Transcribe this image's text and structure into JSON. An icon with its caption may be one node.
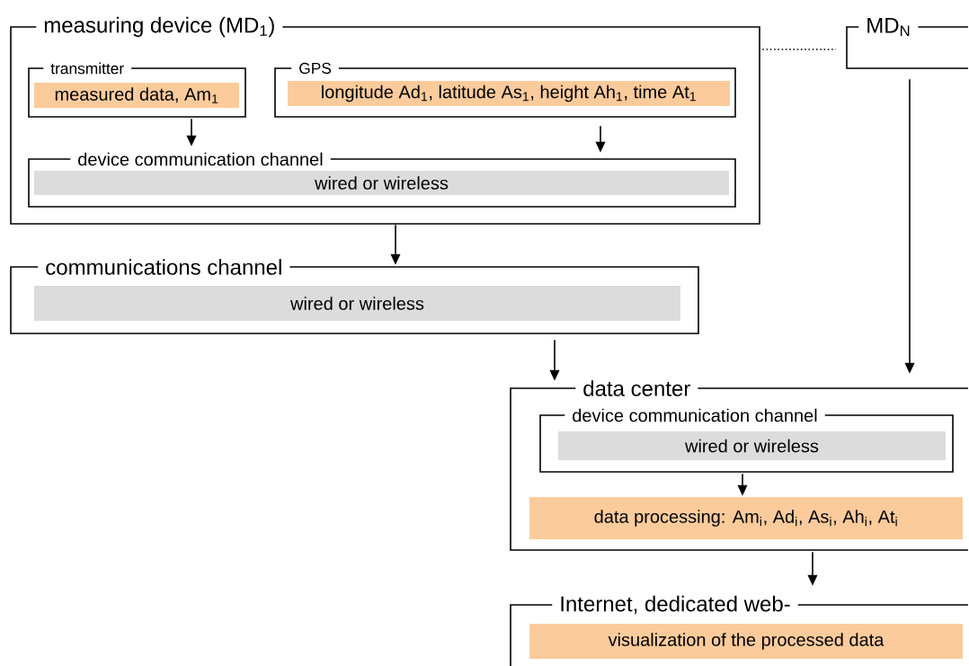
{
  "diagram": {
    "nodes": [
      {
        "text": [
          "measuring device (MD$_{1}$)"
        ]
      },
      {
        "text": [
          "transmitter",
          "measured data, Am$_{1}$"
        ],
        "in": 0
      },
      {
        "text": [
          "GPS",
          "longitude Ad$_{1}$, latitude As$_{1}$, height Ah$_{1}$, time At$_{1}$"
        ],
        "in": 0
      },
      {
        "text": [
          "device communication channel",
          "wired or wireless"
        ],
        "in": 0
      },
      {
        "text": [
          "MD$_{N}$"
        ]
      },
      {
        "text": [
          "communications channel",
          "wired or wireless"
        ]
      },
      {
        "text": [
          "data center"
        ]
      },
      {
        "text": [
          "device communication channel",
          "wired or wireless"
        ],
        "in": 6
      },
      {
        "text": [
          "data processing: Am$_{i}$,  Ad$_{i}$, As$_{i}$, Ah$_{i}$, At$_{i}$"
        ],
        "in": 6
      },
      {
        "text": [
          "Internet, dedicated web-",
          "visualization of the processed data"
        ]
      }
    ],
    "edges": [
      {
        "from": 0,
        "to": 4,
        "arrow": "none",
        "style": "dashed"
      },
      {
        "from": 1,
        "to": 3,
        "arrow": "to"
      },
      {
        "from": 2,
        "to": 3,
        "arrow": "to"
      },
      {
        "from": 0,
        "to": 5,
        "arrow": "to"
      },
      {
        "from": 5,
        "to": 6,
        "arrow": "to"
      },
      {
        "from": 4,
        "to": 6,
        "arrow": "to"
      },
      {
        "from": 7,
        "to": 8,
        "arrow": "to"
      },
      {
        "from": 6,
        "to": 9,
        "arrow": "to"
      }
    ]
  }
}
